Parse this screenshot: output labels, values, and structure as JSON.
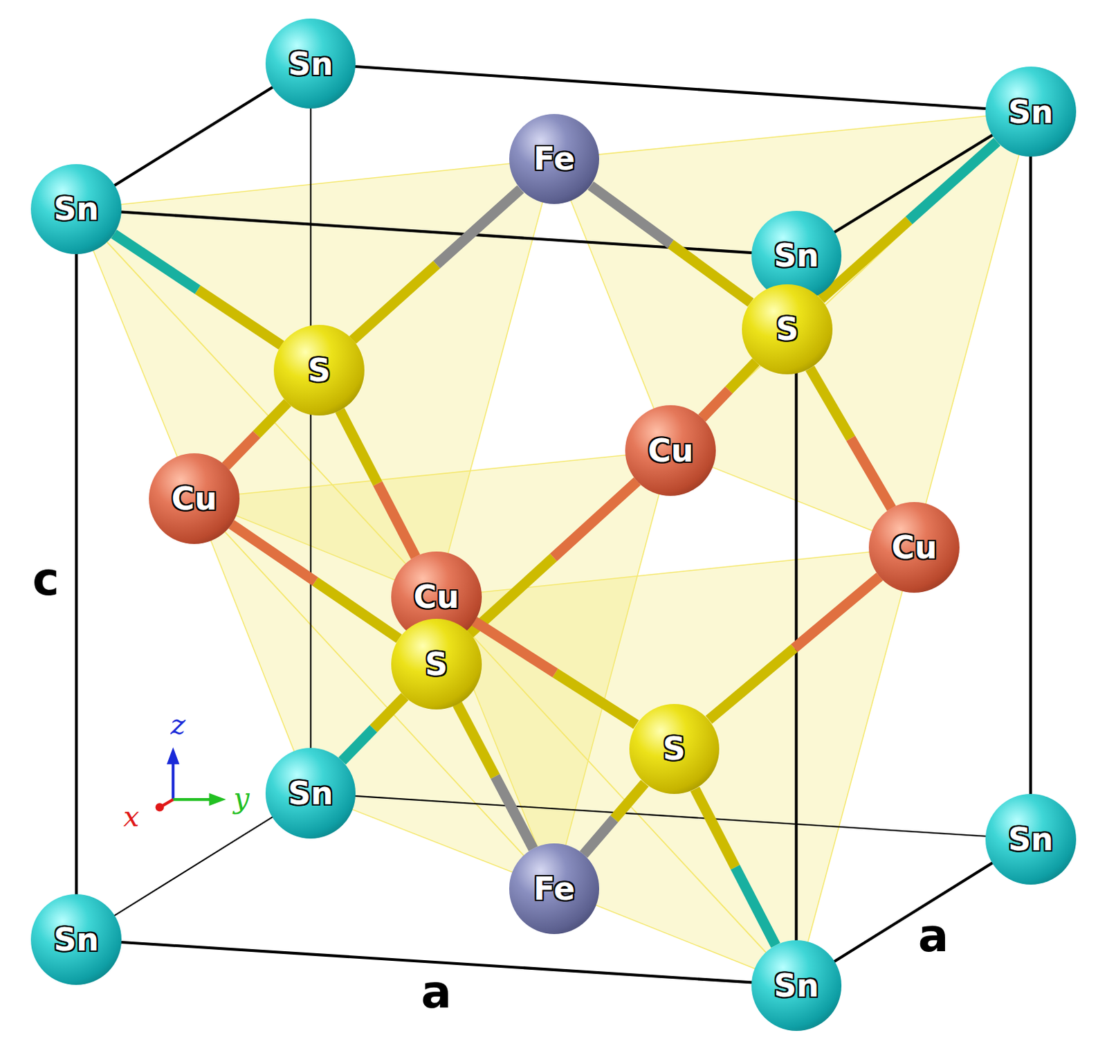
{
  "diagram": {
    "nodes": [
      {
        "text": [
          "Sn"
        ]
      },
      {
        "text": [
          "Sn"
        ]
      },
      {
        "text": [
          "Fe"
        ]
      },
      {
        "text": [
          "Sn"
        ]
      },
      {
        "text": [
          "Sn"
        ]
      },
      {
        "text": [
          "S"
        ]
      },
      {
        "text": [
          "S"
        ]
      },
      {
        "text": [
          "Cu"
        ]
      },
      {
        "text": [
          "Cu"
        ]
      },
      {
        "text": [
          "Cu"
        ]
      },
      {
        "text": [
          "Cu"
        ]
      },
      {
        "text": [
          "S"
        ]
      },
      {
        "text": [
          "S"
        ]
      },
      {
        "text": [
          "Sn"
        ]
      },
      {
        "text": [
          "Sn"
        ]
      },
      {
        "text": [
          "Fe"
        ]
      },
      {
        "text": [
          "Sn"
        ]
      },
      {
        "text": [
          "Sn"
        ]
      }
    ],
    "edges": [
      {
        "from": 6,
        "to": 3,
        "arrow": "none"
      },
      {
        "from": 6,
        "to": 2,
        "arrow": "none"
      },
      {
        "from": 6,
        "to": 8,
        "arrow": "none"
      },
      {
        "from": 6,
        "to": 10,
        "arrow": "none"
      },
      {
        "from": 5,
        "to": 2,
        "arrow": "none"
      },
      {
        "from": 5,
        "to": 1,
        "arrow": "none"
      },
      {
        "from": 5,
        "to": 7,
        "arrow": "none"
      },
      {
        "from": 5,
        "to": 9,
        "arrow": "none"
      },
      {
        "from": 11,
        "to": 8,
        "arrow": "none"
      },
      {
        "from": 11,
        "to": 7,
        "arrow": "none"
      },
      {
        "from": 11,
        "to": 13,
        "arrow": "none"
      },
      {
        "from": 11,
        "to": 15,
        "arrow": "none"
      },
      {
        "from": 12,
        "to": 10,
        "arrow": "none"
      },
      {
        "from": 12,
        "to": 9,
        "arrow": "none"
      },
      {
        "from": 12,
        "to": 15,
        "arrow": "none"
      },
      {
        "from": 12,
        "to": 17,
        "arrow": "none"
      }
    ],
    "labels": [
      "c",
      "a",
      "a",
      "x",
      "y",
      "z"
    ]
  }
}
